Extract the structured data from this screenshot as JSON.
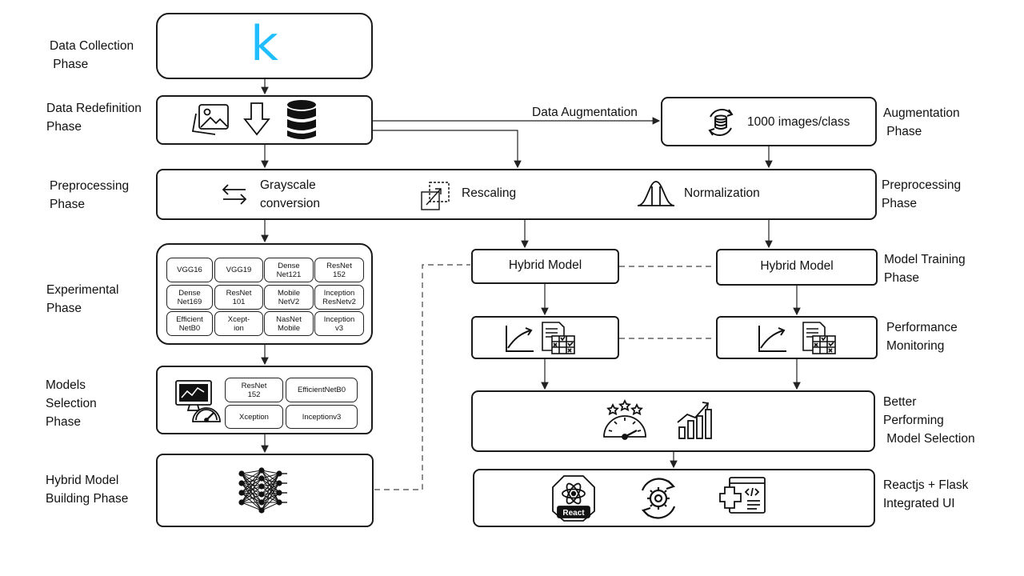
{
  "labels": {
    "data_collection": "Data Collection\n Phase",
    "data_redefinition": "Data Redefinition\nPhase",
    "preprocessing_left": "Preprocessing\nPhase",
    "experimental": "Experimental\nPhase",
    "models_selection": "Models\nSelection\nPhase",
    "hybrid_building": "Hybrid Model\nBuilding Phase",
    "augmentation": "Augmentation\n Phase",
    "preprocessing_right": "Preprocessing\nPhase",
    "model_training": "Model Training\nPhase",
    "performance_monitoring": "Performance\nMonitoring",
    "better_performing": "Better\nPerforming\n Model Selection",
    "react_flask": "Reactjs + Flask\nIntegrated UI"
  },
  "edge_labels": {
    "data_augmentation": "Data Augmentation"
  },
  "augmentation_box": {
    "text": "1000 images/class"
  },
  "preprocessing_steps": {
    "grayscale": "Grayscale\nconversion",
    "rescaling": "Rescaling",
    "normalization": "Normalization"
  },
  "kaggle_logo": "k",
  "experimental_models": [
    "VGG16",
    "VGG19",
    "Dense\nNet121",
    "ResNet\n152",
    "Dense\nNet169",
    "ResNet\n101",
    "Mobile\nNetV2",
    "Inception\nResNetv2",
    "Efficient\nNetB0",
    "Xcept-\nion",
    "NasNet\nMobile",
    "Inception\nv3"
  ],
  "selected_models": [
    "ResNet\n152",
    "EfficientNetB0",
    "Xception",
    "Inceptionv3"
  ],
  "hybrid_model_left": "Hybrid Model",
  "hybrid_model_right": "Hybrid Model",
  "react_badge": "React",
  "colors": {
    "kaggle": "#20BEFF",
    "stroke": "#1a1a1a"
  }
}
